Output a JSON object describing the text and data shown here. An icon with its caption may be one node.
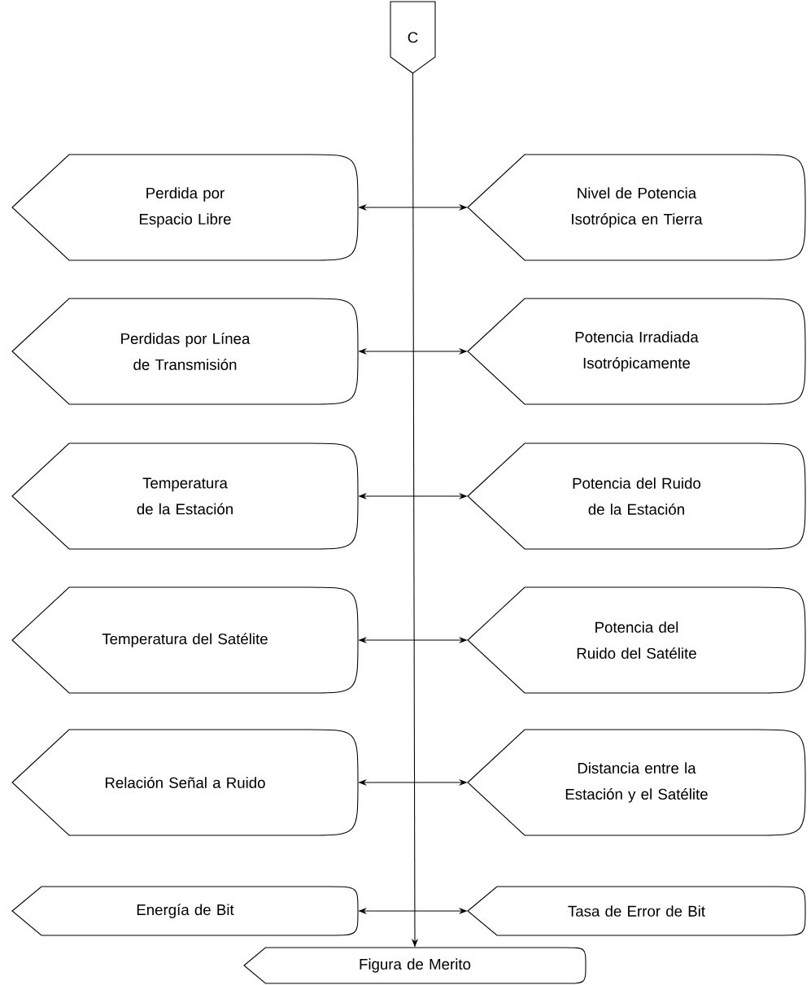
{
  "diagram": {
    "nodes": [
      {
        "text": [
          "C"
        ]
      },
      {
        "text": [
          "Perdida por Espacio Libre"
        ]
      },
      {
        "text": [
          "Nivel de Potencia Isotrópica en Tierra"
        ]
      },
      {
        "text": [
          "Perdidas por Línea de Transmisión"
        ]
      },
      {
        "text": [
          "Potencia Irradiada Isotrópicamente"
        ]
      },
      {
        "text": [
          "Temperatura de la Estación"
        ]
      },
      {
        "text": [
          "Potencia del Ruido de la Estación"
        ]
      },
      {
        "text": [
          "Temperatura del Satélite"
        ]
      },
      {
        "text": [
          "Potencia del Ruido del Satélite"
        ]
      },
      {
        "text": [
          "Relación Señal a Ruido"
        ]
      },
      {
        "text": [
          "Distancia entre la Estación y el Satélite"
        ]
      },
      {
        "text": [
          "Energía de Bit"
        ]
      },
      {
        "text": [
          "Tasa de Error de Bit"
        ]
      },
      {
        "text": [
          "Figura de Merito"
        ]
      }
    ],
    "edges": [
      {
        "from": 0,
        "to": 13,
        "arrow": "to"
      },
      {
        "from": 1,
        "to": 2,
        "arrow": "both"
      },
      {
        "from": 3,
        "to": 4,
        "arrow": "both"
      },
      {
        "from": 5,
        "to": 6,
        "arrow": "both"
      },
      {
        "from": 7,
        "to": 8,
        "arrow": "both"
      },
      {
        "from": 9,
        "to": 10,
        "arrow": "both"
      },
      {
        "from": 11,
        "to": 12,
        "arrow": "both"
      }
    ]
  }
}
